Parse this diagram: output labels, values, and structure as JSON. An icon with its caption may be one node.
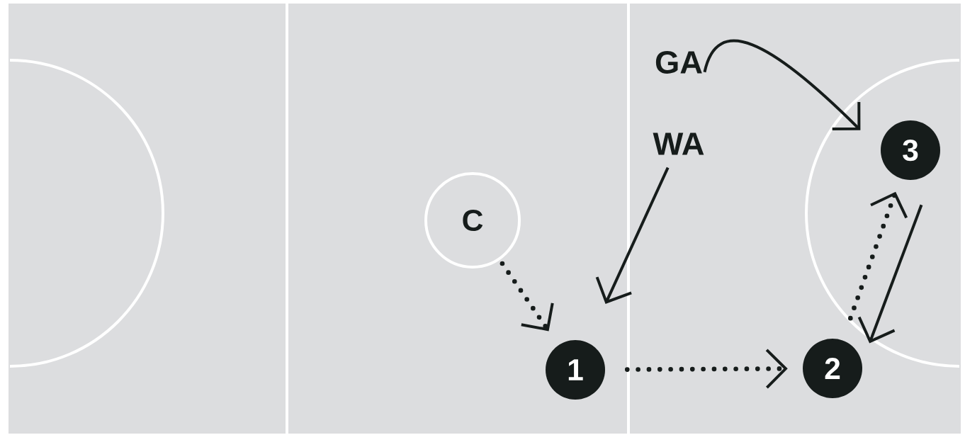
{
  "diagram": {
    "nodes": [
      {
        "text": [
          "GA"
        ]
      },
      {
        "text": [
          "WA"
        ]
      },
      {
        "text": [
          "C"
        ]
      },
      {
        "text": [
          "1"
        ]
      },
      {
        "text": [
          "2"
        ]
      },
      {
        "text": [
          "3"
        ]
      }
    ],
    "edges": [
      {
        "from": 0,
        "to": 5,
        "arrow": "to"
      },
      {
        "from": 1,
        "to": 3,
        "arrow": "to"
      },
      {
        "from": 2,
        "to": 3,
        "arrow": "to",
        "style": "dashed"
      },
      {
        "from": 3,
        "to": 4,
        "arrow": "to",
        "style": "dashed"
      },
      {
        "from": 4,
        "to": 5,
        "arrow": "to",
        "style": "dashed"
      },
      {
        "from": 5,
        "to": 4,
        "arrow": "to"
      }
    ]
  }
}
